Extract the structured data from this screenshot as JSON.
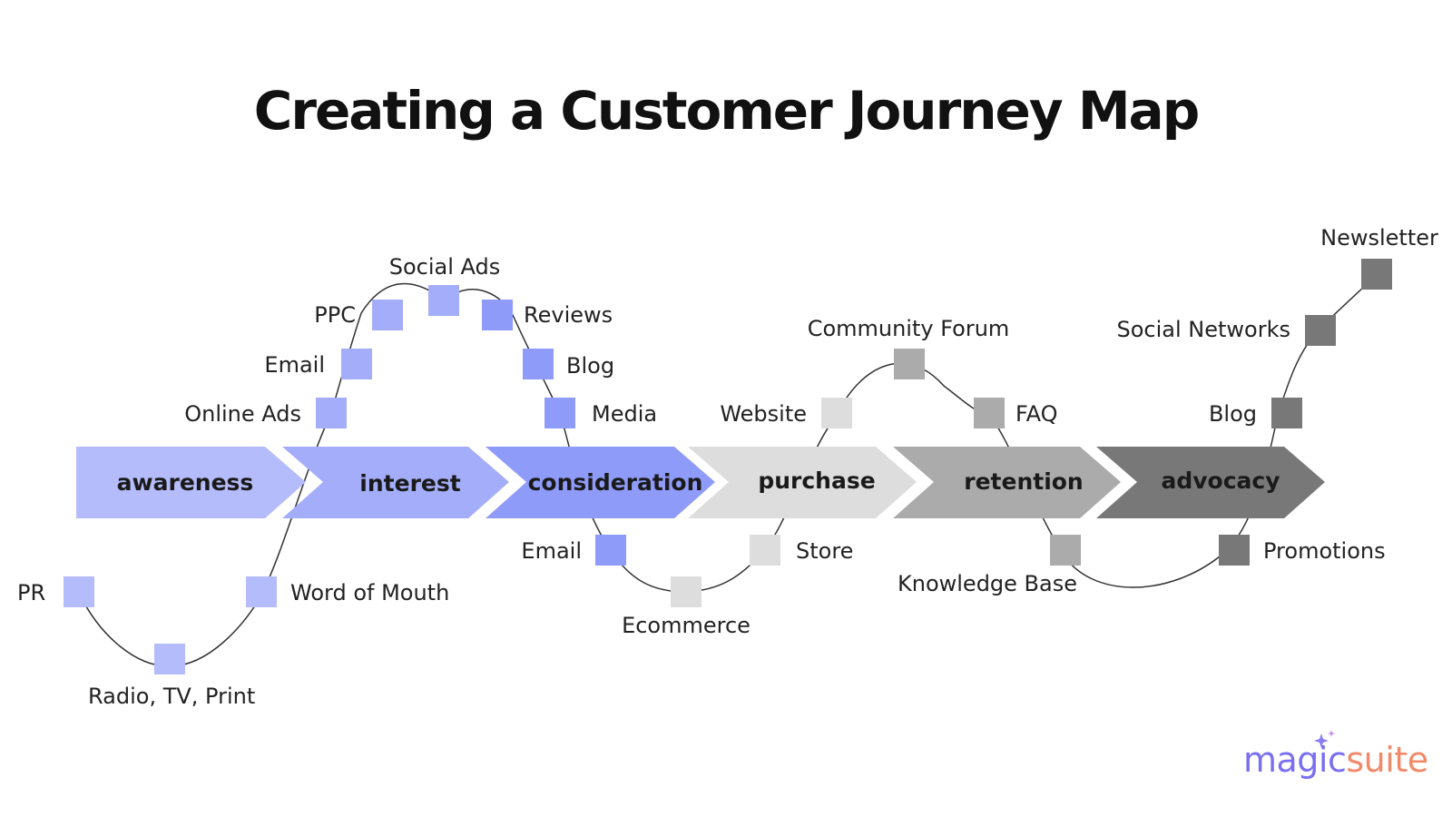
{
  "title": "Creating a Customer Journey Map",
  "colors": {
    "awareness": "#b4bcfb",
    "interest": "#a3adfa",
    "consideration": "#8f9bf8",
    "purchase": "#dddddd",
    "retention": "#ababab",
    "advocacy": "#787878",
    "curve": "#333333"
  },
  "stages": [
    {
      "id": "awareness",
      "label": "awareness"
    },
    {
      "id": "interest",
      "label": "interest"
    },
    {
      "id": "consideration",
      "label": "consideration"
    },
    {
      "id": "purchase",
      "label": "purchase"
    },
    {
      "id": "retention",
      "label": "retention"
    },
    {
      "id": "advocacy",
      "label": "advocacy"
    }
  ],
  "touchpoints": {
    "awareness": [
      "PR",
      "Radio, TV, Print",
      "Word of Mouth"
    ],
    "interest": [
      "Online Ads",
      "Email",
      "PPC",
      "Social Ads"
    ],
    "consideration": [
      "Reviews",
      "Blog",
      "Media",
      "Email"
    ],
    "purchase": [
      "Ecommerce",
      "Store",
      "Website",
      "Community Forum"
    ],
    "retention": [
      "FAQ",
      "Knowledge Base"
    ],
    "advocacy": [
      "Promotions",
      "Blog",
      "Social Networks",
      "Newsletter"
    ]
  },
  "logo": {
    "part1": "magic",
    "part2": "suite"
  }
}
